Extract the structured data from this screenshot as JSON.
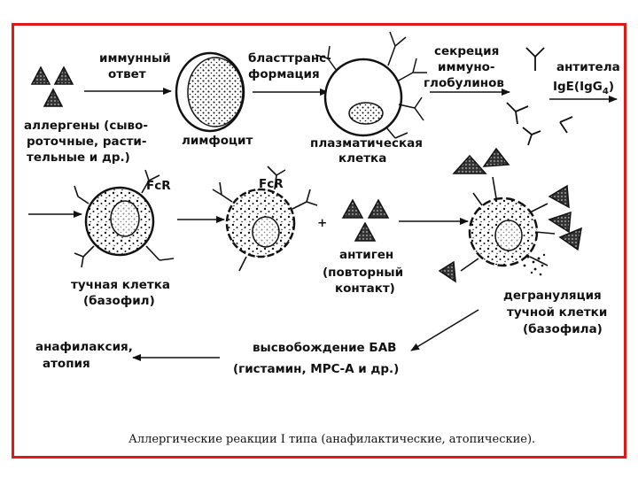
{
  "colors": {
    "frame": "#e01818",
    "ink": "#111111"
  },
  "labels": {
    "immune_response_1": "иммунный",
    "immune_response_2": "ответ",
    "allergens_1": "аллергены (сыво-",
    "allergens_2": "роточные, расти-",
    "allergens_3": "тельные и др.)",
    "lymphocyte": "лимфоцит",
    "blast_1": "бласттранс-",
    "blast_2": "формация",
    "plasma_1": "плазматическая",
    "plasma_2": "клетка",
    "secretion_1": "секреция",
    "secretion_2": "иммуно-",
    "secretion_3": "глобулинов",
    "antibodies_1": "антитела",
    "antibodies_2": "IgE(IgG",
    "antibodies_sub": "4",
    "antibodies_3": ")",
    "fcr_1": "FcR",
    "fcr_2": "FcR",
    "plus": "+",
    "mast_1": "тучная клетка",
    "mast_2": "(базофил)",
    "antigen_1": "антиген",
    "antigen_2": "(повторный",
    "antigen_3": "контакт)",
    "degran_1": "дегрануляция",
    "degran_2": "тучной клетки",
    "degran_3": "(базофила)",
    "release_1": "высвобождение БАВ",
    "release_2": "(гистамин, МРС-А и др.)",
    "anaphylaxis_1": "анафилаксия,",
    "anaphylaxis_2": "атопия",
    "caption": "Аллергические реакции I типа (анафилактические, атопические)."
  }
}
